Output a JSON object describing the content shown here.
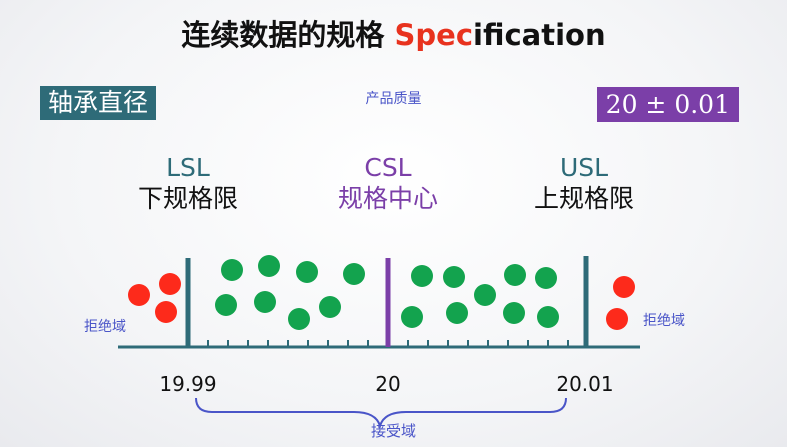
{
  "title": {
    "main": "连续数据的规格 ",
    "highlight": "Spec",
    "rest": "ification"
  },
  "tag_left": "轴承直径",
  "center_note": "产品质量",
  "tag_right": "20 ± 0.01",
  "limits": {
    "lsl": {
      "code": "LSL",
      "name": "下规格限"
    },
    "csl": {
      "code": "CSL",
      "name": "规格中心"
    },
    "usl": {
      "code": "USL",
      "name": "上规格限"
    }
  },
  "reject_left": "拒绝域",
  "reject_right": "拒绝域",
  "ticks": {
    "low": "19.99",
    "mid": "20",
    "high": "20.01"
  },
  "accept_label": "接受域",
  "colors": {
    "teal": "#2e6b78",
    "purple": "#7b3fa8",
    "red": "#fd2a1b",
    "green": "#13a34e",
    "blue": "#4a55c8"
  }
}
